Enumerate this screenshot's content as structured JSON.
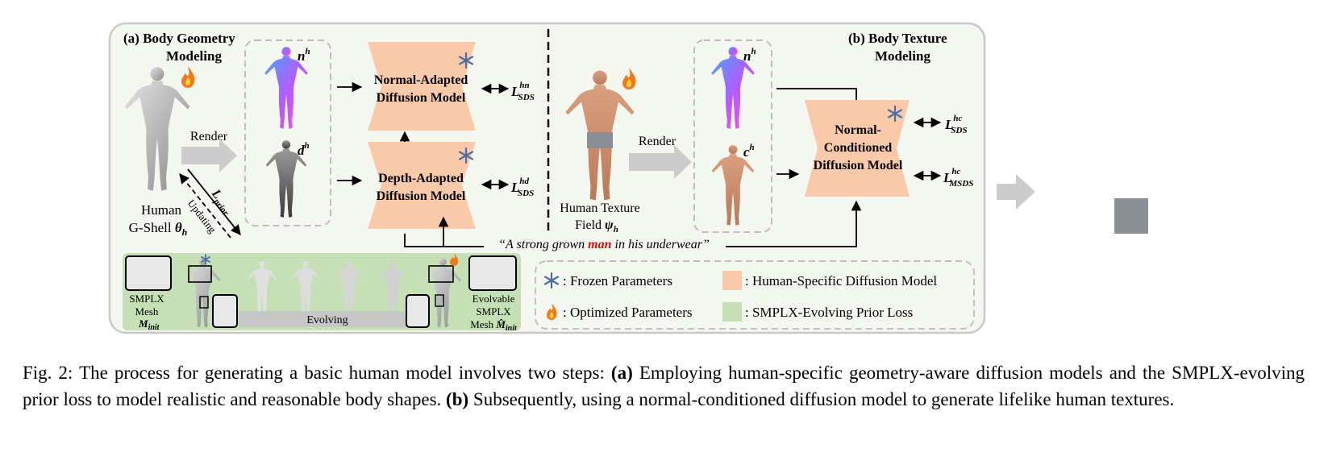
{
  "section_a": {
    "title_line1": "(a) Body Geometry",
    "title_line2": "Modeling"
  },
  "section_b": {
    "title_line1": "(b) Body Texture",
    "title_line2": "Modeling"
  },
  "geometry": {
    "shell_label_line1": "Human",
    "shell_label_line2": "G-Shell",
    "shell_symbol": "θ",
    "shell_subscript": "h",
    "render_label": "Render",
    "updating_label": "Updating",
    "prior_loss_symbol": "L",
    "prior_loss_subscript": "prior",
    "normal_symbol": "n",
    "normal_superscript": "h",
    "depth_symbol": "d",
    "depth_superscript": "h"
  },
  "models": {
    "normal_adapted_line1": "Normal-Adapted",
    "normal_adapted_line2": "Diffusion Model",
    "depth_adapted_line1": "Depth-Adapted",
    "depth_adapted_line2": "Diffusion Model",
    "normal_conditioned_line1": "Normal-",
    "normal_conditioned_line2": "Conditioned",
    "normal_conditioned_line3": "Diffusion Model"
  },
  "losses": {
    "hn_symbol": "L",
    "hn_sup": "hn",
    "hn_sub": "SDS",
    "hd_symbol": "L",
    "hd_sup": "hd",
    "hd_sub": "SDS",
    "hc_symbol": "L",
    "hc_sup": "hc",
    "hc_sub": "SDS",
    "msds_symbol": "L",
    "msds_sup": "hc",
    "msds_sub": "MSDS"
  },
  "texture": {
    "field_label_line1": "Human Texture",
    "field_label_line2": "Field",
    "field_symbol": "ψ",
    "field_subscript": "h",
    "render_label": "Render",
    "normal_symbol": "n",
    "normal_superscript": "h",
    "color_symbol": "c",
    "color_superscript": "h"
  },
  "prompt": {
    "prefix": "“A strong grown ",
    "highlight": "man",
    "suffix": " in his underwear”"
  },
  "smplx": {
    "init_line1": "SMPLX",
    "init_line2": "Mesh",
    "init_symbol": "M",
    "init_subscript": "init",
    "evolving_label": "Evolving",
    "evolvable_line1": "Evolvable",
    "evolvable_line2": "SMPLX",
    "evolvable_line3": "Mesh",
    "evolvable_symbol": "M̂",
    "evolvable_subscript": "init"
  },
  "legend": {
    "frozen": ": Frozen Parameters",
    "optimized": ": Optimized Parameters",
    "human_specific": ": Human-Specific Diffusion Model",
    "smplx_evolving": ": SMPLX-Evolving Prior Loss"
  },
  "colors": {
    "model_fill": "#f9c9aa",
    "prior_fill": "#c5e0b4",
    "panel_fill": "#f4f6f0",
    "snowflake": "#4a6fa5",
    "flame": "#f07a1a",
    "prompt_highlight": "#d01010"
  },
  "icons": {
    "frozen": "snowflake-icon",
    "optimized": "flame-icon"
  },
  "caption": {
    "fig_label": "Fig. 2:",
    "part1": " The process for generating a basic human model involves two steps: ",
    "a_label": "(a)",
    "part2": " Employing human-specific geometry-aware diffusion models and the SMPLX-evolving prior loss to model realistic and reasonable body shapes. ",
    "b_label": "(b)",
    "part3": " Subsequently, using a normal-conditioned diffusion model to generate lifelike human textures."
  }
}
